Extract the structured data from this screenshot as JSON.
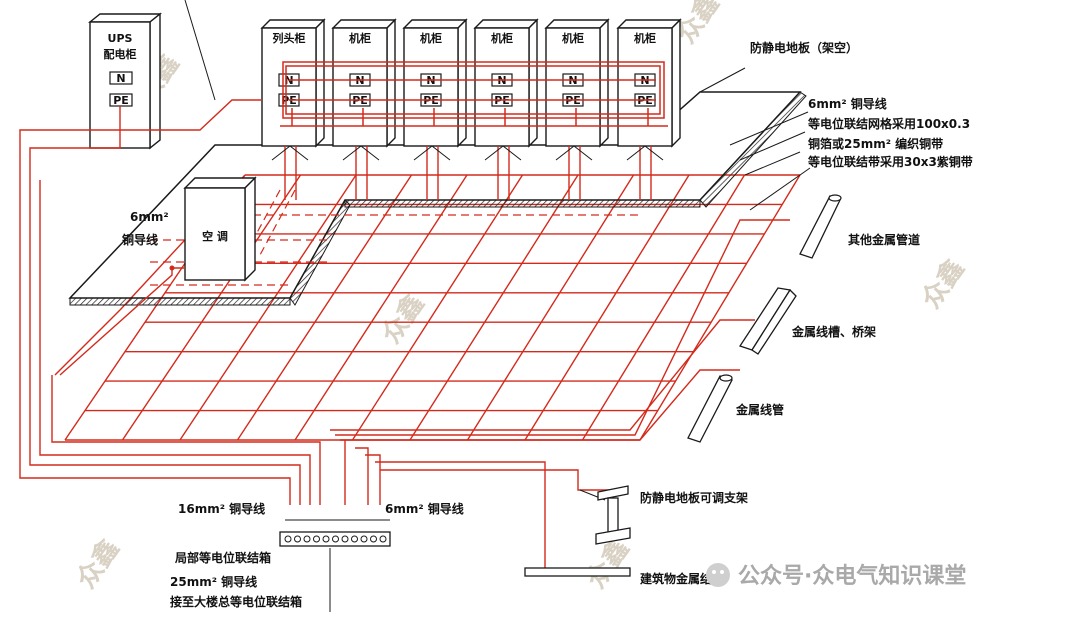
{
  "cabinets": {
    "ups": {
      "line1": "UPS",
      "line2": "配电柜",
      "n": "N",
      "pe": "PE"
    },
    "racks": [
      {
        "title": "列头柜",
        "n": "N",
        "pe": "PE"
      },
      {
        "title": "机柜",
        "n": "N",
        "pe": "PE"
      },
      {
        "title": "机柜",
        "n": "N",
        "pe": "PE"
      },
      {
        "title": "机柜",
        "n": "N",
        "pe": "PE"
      },
      {
        "title": "机柜",
        "n": "N",
        "pe": "PE"
      },
      {
        "title": "机柜",
        "n": "N",
        "pe": "PE"
      }
    ],
    "ac": "空 调"
  },
  "labels": {
    "raised_floor": "防静电地板（架空）",
    "wire_6mm_top": "6mm² 铜导线",
    "mesh_strip": "等电位联结网格采用100x0.3",
    "copper_foil": "铜箔或25mm² 编织铜带",
    "bond_strip": "等电位联结带采用30x3紫铜带",
    "ac_wire_1": "6mm²",
    "ac_wire_2": "铜导线",
    "other_pipes": "其他金属管道",
    "cable_tray": "金属线槽、桥架",
    "metal_conduit": "金属线管",
    "floor_support": "防静电地板可调支架",
    "building_steel": "建筑物金属结构",
    "wire_16mm": "16mm² 铜导线",
    "wire_6mm_bottom": "6mm² 铜导线",
    "local_box": "局部等电位联结箱",
    "wire_25mm": "25mm² 铜导线",
    "to_main": "接至大楼总等电位联结箱"
  },
  "watermark": {
    "brand": "众鑫",
    "footer": "公众号·众电气知识课堂"
  },
  "colors": {
    "ink": "#1a1a1a",
    "copper": "#d42a1c",
    "bg": "#ffffff",
    "watermark": "#d9d2c4"
  }
}
